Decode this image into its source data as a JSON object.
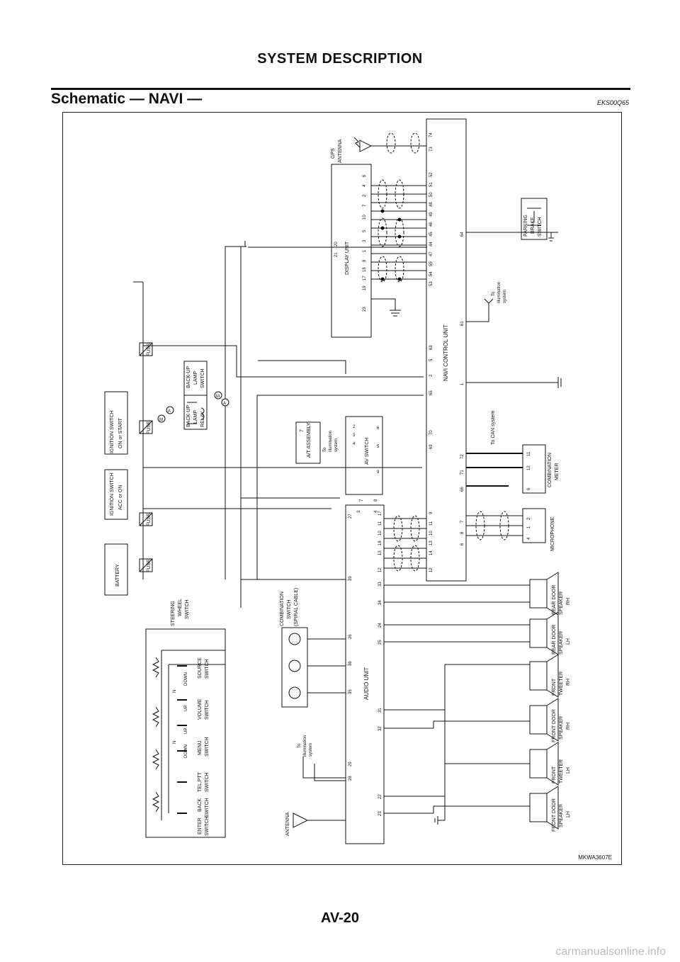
{
  "header": {
    "title": "SYSTEM DESCRIPTION"
  },
  "section": {
    "title": "Schematic — NAVI —",
    "ref_code": "EKS00Q65"
  },
  "diagram": {
    "code": "MKWA3607E",
    "power": {
      "battery": "BATTERY",
      "ign_acc": [
        "IGNITION SWITCH",
        "ACC or ON"
      ],
      "ign_start": [
        "IGNITION SWITCH",
        "ON or START"
      ],
      "fuse": "FUSE"
    },
    "units": {
      "display": "DISPLAY UNIT",
      "navi": "NAVI CONTROL UNIT",
      "audio": "AUDIO UNIT",
      "av_switch": "AV SWITCH",
      "at_assembly": "A/T ASSEMBLY",
      "combination_meter": [
        "COMBINATION",
        "METER"
      ],
      "microphone": "MICROPHONE",
      "gps": [
        "GPS",
        "ANTENNA"
      ],
      "antenna": "ANTENNA",
      "parking": [
        "PARKING",
        "BRAKE",
        "SWITCH"
      ],
      "backup_relay": [
        "BACK-UP",
        "LAMP",
        "RELAY"
      ],
      "backup_switch": [
        "BACK-UP",
        "LAMP",
        "SWITCH"
      ],
      "spiral": [
        "COMBINATION",
        "SWITCH",
        "(SPIRAL CABLE)"
      ],
      "steering": [
        "STEERING",
        "WHEEL",
        "SWITCH"
      ]
    },
    "labels": {
      "to_illum": [
        "To",
        "illumination",
        "system"
      ],
      "to_can": "To CAN system",
      "m": "M",
      "a": "A",
      "up": "UP",
      "down": "DOWN",
      "n": "N",
      "at_pin": "7"
    },
    "steering_switches": {
      "source": [
        "SOURCE",
        "SWITCH"
      ],
      "volume": [
        "VOLUME",
        "SWITCH"
      ],
      "menu": [
        "MENU",
        "SWITCH"
      ],
      "tel": [
        "TEL,PTT",
        "SWITCH"
      ],
      "back": [
        "BACK",
        "SWITCH"
      ],
      "enter": [
        "ENTER",
        "SWITCH"
      ]
    },
    "speakers": [
      [
        "REAR DOOR",
        "SPEAKER",
        "RH"
      ],
      [
        "REAR DOOR",
        "SPEAKER",
        "LH"
      ],
      [
        "FRONT",
        "TWEETER",
        "RH"
      ],
      [
        "FRONT DOOR",
        "SPEAKER",
        "RH"
      ],
      [
        "FRONT",
        "TWEETER",
        "LH"
      ],
      [
        "FRONT DOOR",
        "SPEAKER",
        "LH"
      ]
    ],
    "display_pins_top": [
      "23",
      "19",
      "17",
      "18",
      "8",
      "1",
      "3",
      "5",
      "10",
      "7",
      "2",
      "4",
      "6"
    ],
    "display_pins_power": [
      "21",
      "20"
    ],
    "navi_pins": [
      "12",
      "14",
      "13",
      "10",
      "11",
      "9",
      "69",
      "70",
      "65",
      "2",
      "5",
      "63",
      "53",
      "54",
      "55",
      "47",
      "44",
      "45",
      "46",
      "49",
      "48",
      "50",
      "51",
      "52",
      "73",
      "74",
      "6",
      "8",
      "7",
      "66",
      "71",
      "72",
      "1",
      "61",
      "64"
    ],
    "audio_pins_top": [
      "39",
      "27",
      "3",
      "4",
      "7",
      "8"
    ],
    "audio_pins_right": [
      "12",
      "13",
      "18",
      "10",
      "11",
      "17",
      "33",
      "34",
      "24",
      "25",
      "31",
      "32",
      "22",
      "23"
    ],
    "audio_pins_left": [
      "26",
      "36",
      "35",
      "29",
      "28"
    ],
    "av_pins": [
      "2",
      "3",
      "4",
      "9",
      "5",
      "6"
    ],
    "meter_pins": [
      "6",
      "12",
      "11"
    ],
    "mic_pins": [
      "4",
      "1",
      "2"
    ]
  },
  "footer": {
    "page_number": "AV-20",
    "watermark": "carmanualsonline.info"
  }
}
